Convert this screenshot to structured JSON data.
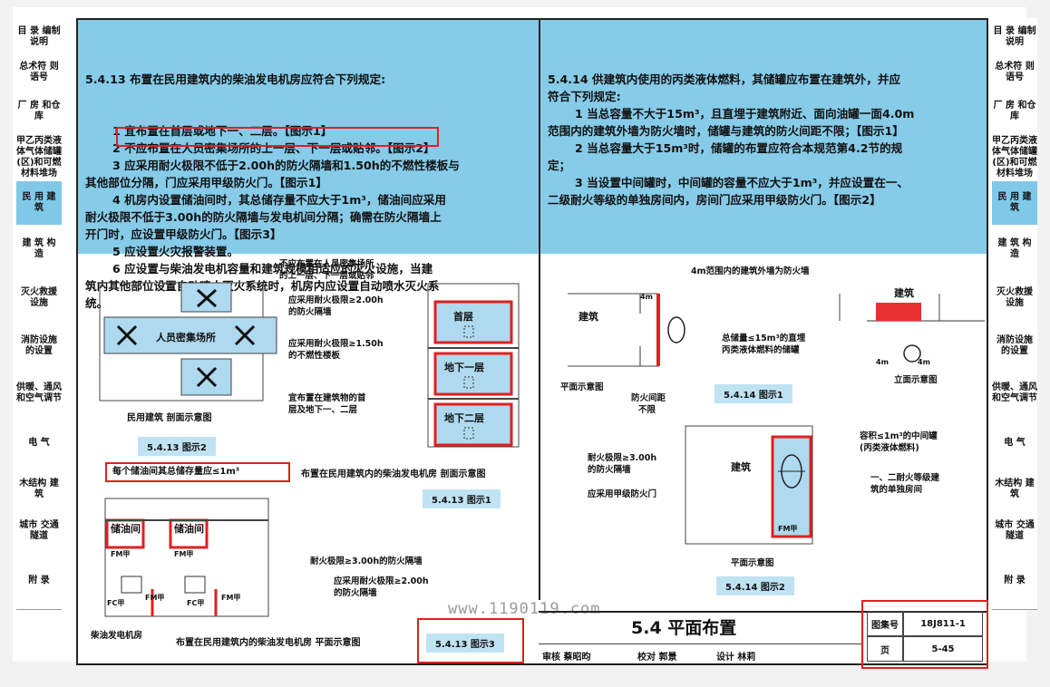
{
  "left_tabs": [
    {
      "label": "目 录 编制 说明"
    },
    {
      "label": "总术符 则语号"
    },
    {
      "label": "厂 房 和仓 库"
    },
    {
      "label": "甲乙丙类液体气体储罐(区)和可燃材料堆场"
    },
    {
      "label": "民 用 建 筑",
      "active": true
    },
    {
      "label": "建 筑 构 造"
    },
    {
      "label": "灭火救援 设施"
    },
    {
      "label": "消防设施 的设置"
    },
    {
      "label": "供暖、通风 和空气调节"
    },
    {
      "label": "电 气"
    },
    {
      "label": "木结构 建筑"
    },
    {
      "label": "城市 交通隧道"
    },
    {
      "label": "附 录"
    }
  ],
  "left_text": {
    "heading": "5.4.13  布置在民用建筑内的柴油发电机房应符合下列规定:",
    "lines": [
      "1  宜布置在首层或地下一、二层。【图示1】",
      "2  不应布置在人员密集场所的上一层、下一层或贴邻。【图示2】",
      "3  应采用耐火极限不低于2.00h的防火隔墙和1.50h的不燃性楼板与",
      "其他部位分隔，门应采用甲级防火门。【图示1】",
      "4  机房内设置储油间时，其总储存量不应大于1m³，储油间应采用",
      "耐火极限不低于3.00h的防火隔墙与发电机间分隔；确需在防火隔墙上",
      "开门时，应设置甲级防火门。【图示3】",
      "5  应设置火灾报警装置。",
      "6  应设置与柴油发电机容量和建筑规模相适应的灭火设施，当建",
      "筑内其他部位设置自动喷水灭火系统时，机房内应设置自动喷水灭火系",
      "统。"
    ]
  },
  "right_text": {
    "lines": [
      "5.4.14 供建筑内使用的丙类液体燃料，其储罐应布置在建筑外，并应",
      "符合下列规定:",
      "1 当总容量不大于15m³，且直埋于建筑附近、面向油罐一面4.0m",
      "范围内的建筑外墙为防火墙时，储罐与建筑的防火间距不限；【图示1】",
      "2 当总容量大于15m³时，储罐的布置应符合本规范第4.2节的规",
      "定；",
      "3 当设置中间罐时，中间罐的容量不应大于1m³，并应设置在一、",
      "二级耐火等级的单独房间内，房间门应采用甲级防火门。【图示2】"
    ]
  },
  "fig2": {
    "crowd_label": "人员密集场所",
    "note_top": [
      "不应布置在人员密集场所",
      "的上一层、下一层或贴邻"
    ],
    "section_label": "民用建筑  剖面示意图",
    "caption": "5.4.13  图示2"
  },
  "fig1": {
    "note1": [
      "应采用耐火极限≥2.00h",
      "的防火隔墙"
    ],
    "note2": [
      "应采用耐火极限≥1.50h",
      "的不燃性楼板"
    ],
    "note3": [
      "宜布置在建筑物的首",
      "层及地下一、二层"
    ],
    "floor1": "首层",
    "floor2": "地下一层",
    "floor3": "地下二层",
    "section_label": "布置在民用建筑内的柴油发电机房  剖面示意图",
    "caption": "5.4.13  图示1"
  },
  "fig3": {
    "limit_note": "每个储油间其总储存量应≤1m³",
    "room1": "储油间",
    "room2": "储油间",
    "door1": "FM甲",
    "door2": "FM甲",
    "door3": "FC甲",
    "door4": "FM甲",
    "door5": "FC甲",
    "door6": "FM甲",
    "note1": "耐火极限≥3.00h的防火隔墙",
    "note2": [
      "应采用耐火极限≥2.00h",
      "的防火隔墙"
    ],
    "room_label": "柴油发电机房",
    "plan_label": "布置在民用建筑内的柴油发电机房  平面示意图",
    "caption": "5.4.13  图示3"
  },
  "fig414_1": {
    "wall_note": "4m范围内的建筑外墙为防火墙",
    "building": "建筑",
    "building2": "建筑",
    "dim_4m": "4m",
    "tank_note": [
      "总储量≤15m³的直埋",
      "丙类液体燃料的储罐"
    ],
    "spacing": [
      "防火间距",
      "不限"
    ],
    "plan_label": "平面示意图",
    "elev_label": "立面示意图",
    "dim_a": "4m",
    "dim_b": "4m",
    "caption": "5.4.14  图示1"
  },
  "fig414_2": {
    "tank_note": [
      "容积≤1m³的中间罐",
      "(丙类液体燃料)"
    ],
    "room_note": [
      "一、二耐火等级建",
      "筑的单独房间"
    ],
    "wall_note": [
      "耐火极限≥3.00h",
      "的防火隔墙"
    ],
    "door_note": "应采用甲级防火门",
    "building": "建筑",
    "door_tag": "FM甲",
    "plan_label": "平面示意图",
    "caption": "5.4.14  图示2"
  },
  "title_block": {
    "title": "5.4  平面布置",
    "atlas_label": "图集号",
    "atlas_no": "18J811-1",
    "page_label": "页",
    "page_no": "5-45",
    "review_label": "审核",
    "reviewer": "蔡昭昀",
    "check_label": "校对",
    "checker": "郭景",
    "design_label": "设计",
    "designer": "林莉"
  },
  "watermark": "www.1190119.com",
  "colors": {
    "accent_blue": "#86cbe8",
    "red": "#e02020",
    "fire_red": "#e83030"
  }
}
